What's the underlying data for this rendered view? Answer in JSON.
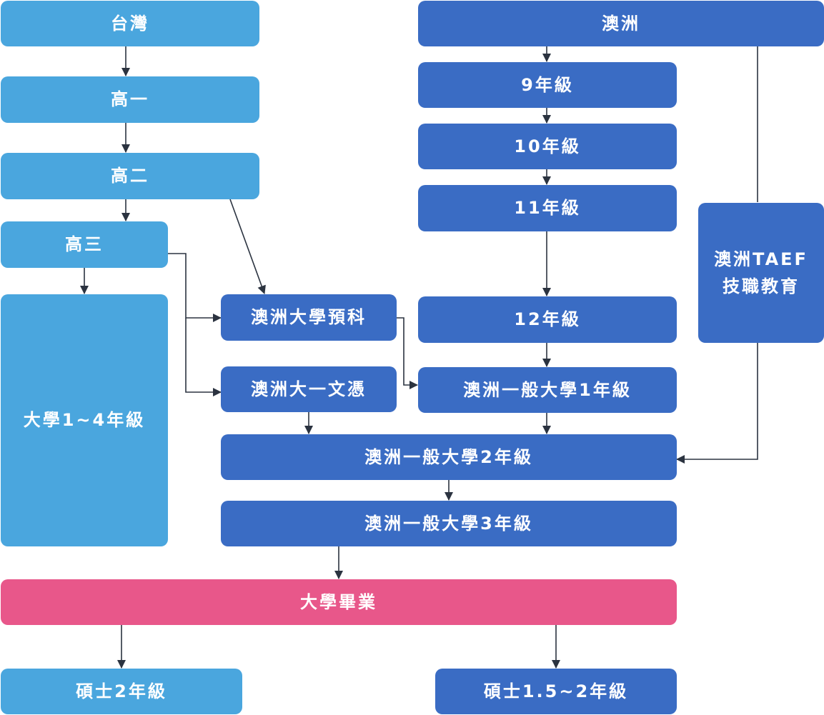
{
  "nodes": {
    "taiwan": "台灣",
    "g10": "高一",
    "g11": "高二",
    "g12": "高三",
    "uni14": "大學1~4年級",
    "aus": "澳洲",
    "y9": "9年級",
    "y10": "10年級",
    "y11": "11年級",
    "y12": "12年級",
    "taef": "澳洲TAEF\n技職教育",
    "foundation": "澳洲大學預科",
    "diploma": "澳洲大一文憑",
    "au_y1": "澳洲一般大學1年級",
    "au_y2": "澳洲一般大學2年級",
    "au_y3": "澳洲一般大學3年級",
    "grad": "大學畢業",
    "master2": "碩士2年級",
    "master15": "碩士1.5~2年級"
  },
  "colors": {
    "light_blue": "#4aa6de",
    "dark_blue": "#3a6cc4",
    "pink": "#e8578a",
    "line": "#2b3340"
  }
}
